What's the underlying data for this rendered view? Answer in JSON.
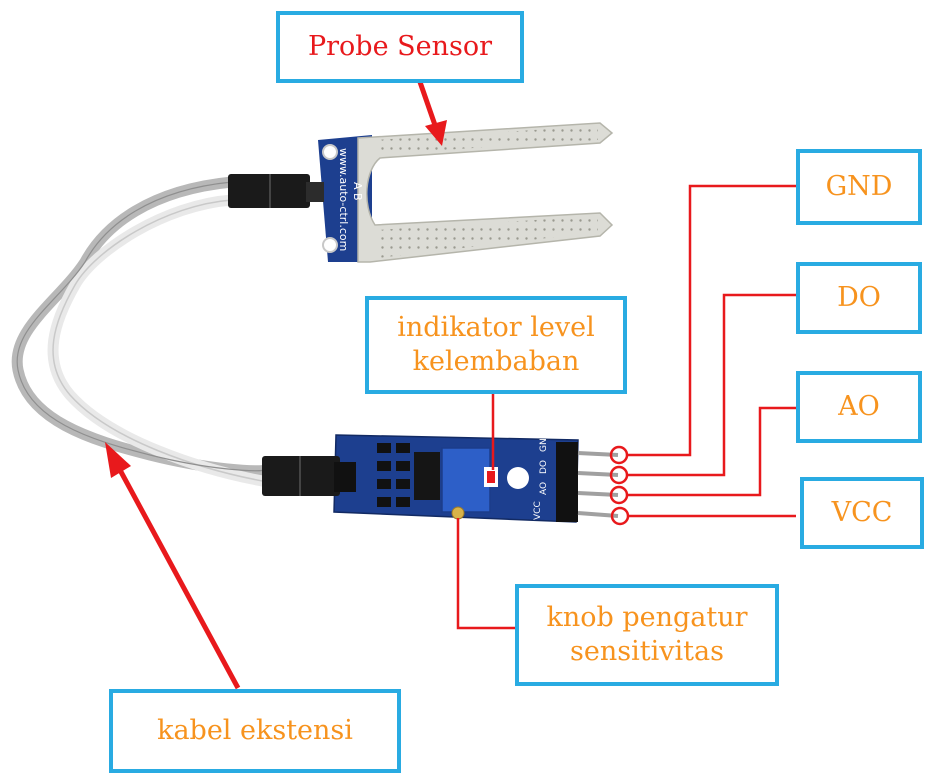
{
  "labels": {
    "probe_sensor": "Probe Sensor",
    "gnd": "GND",
    "do": "DO",
    "ao": "AO",
    "vcc": "VCC",
    "indikator_line1": "indikator level",
    "indikator_line2": "kelembaban",
    "knob_line1": "knob pengatur",
    "knob_line2": "sensitivitas",
    "kabel": "kabel ekstensi"
  },
  "probe_board": {
    "silkscreen": "www.auto-ctrl.com",
    "pins": "A B"
  },
  "module_board": {
    "pin_labels": [
      "VCC",
      "AO",
      "DO",
      "GND"
    ]
  },
  "colors": {
    "box_border": "#29abe2",
    "label_text": "#f7931e",
    "title_text": "#e8191c",
    "leader_line": "#e8191c",
    "pcb_blue": "#1d3f8f",
    "probe_tin": "#dcdcd6"
  }
}
